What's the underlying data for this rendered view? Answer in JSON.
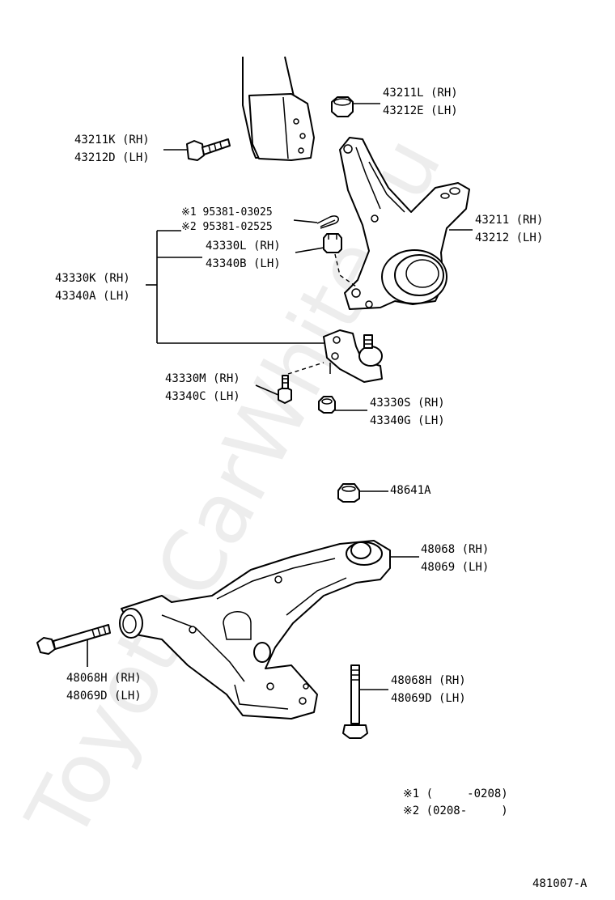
{
  "watermark": "ToyotaCarWhite.ru",
  "parts": {
    "nut_top": [
      "43211L (RH)",
      "43212E (LH)"
    ],
    "bolt_top": [
      "43211K (RH)",
      "43212D (LH)"
    ],
    "knuckle": [
      "43211 (RH)",
      "43212 (LH)"
    ],
    "cotter_pin": [
      "※1 95381-03025",
      "※2 95381-02525"
    ],
    "ball_joint_nut": [
      "43330L (RH)",
      "43340B (LH)"
    ],
    "ball_joint_assy": [
      "43330K (RH)",
      "43340A (LH)"
    ],
    "ball_joint_bolt": [
      "43330M (RH)",
      "43340C (LH)"
    ],
    "ball_joint_nut2": [
      "43330S (RH)",
      "43340G (LH)"
    ],
    "arm_nut": [
      "48641A"
    ],
    "lower_arm": [
      "48068 (RH)",
      "48069 (LH)"
    ],
    "arm_bolt_left": [
      "48068H (RH)",
      "48069D (LH)"
    ],
    "arm_bolt_right": [
      "48068H (RH)",
      "48069D (LH)"
    ]
  },
  "notes": [
    "※1 (     -0208)",
    "※2 (0208-     )"
  ],
  "figure_code": "481007-A"
}
